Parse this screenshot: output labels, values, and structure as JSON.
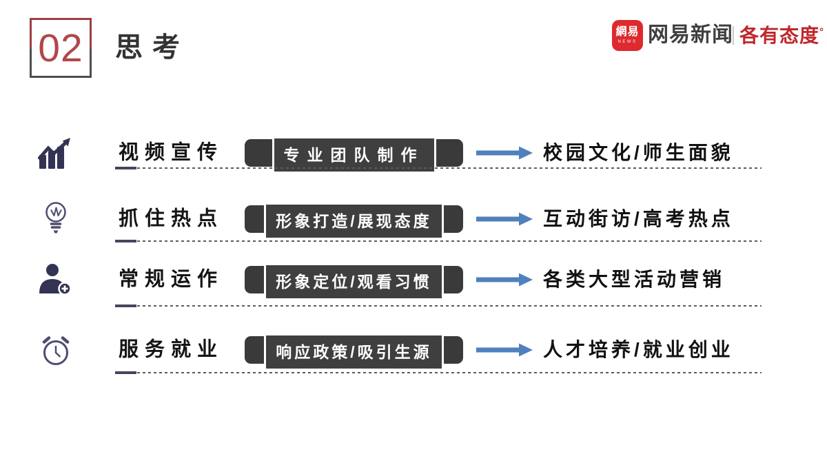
{
  "header": {
    "section_number": "02",
    "title": "思考"
  },
  "logo": {
    "icon_text": "網易",
    "icon_subtext": "NEWS",
    "brand": "网易新闻",
    "tagline": "各有态度",
    "degree_mark": "°"
  },
  "rows": [
    {
      "icon": "trend-chart-icon",
      "label": "视频宣传",
      "method": "专业团队制作",
      "outcome": "校园文化/师生面貌"
    },
    {
      "icon": "lightbulb-icon",
      "label": "抓住热点",
      "method": "形象打造/展现态度",
      "outcome": "互动街访/高考热点"
    },
    {
      "icon": "add-user-icon",
      "label": "常规运作",
      "method": "形象定位/观看习惯",
      "outcome": "各类大型活动营销"
    },
    {
      "icon": "alarm-clock-icon",
      "label": "服务就业",
      "method": "响应政策/吸引生源",
      "outcome": "人才培养/就业创业"
    }
  ],
  "colors": {
    "accent_red": "#b0474a",
    "square_border_red": "#9c3e43",
    "square_border_gray": "#4d4d4d",
    "box_dark": "#3a3a3a",
    "arrow_blue": "#4f81bd",
    "icon_navy": "#333354",
    "icon_slate": "#4c4c70",
    "logo_red": "#dd2a2e",
    "tagline_red": "#c0272b"
  }
}
